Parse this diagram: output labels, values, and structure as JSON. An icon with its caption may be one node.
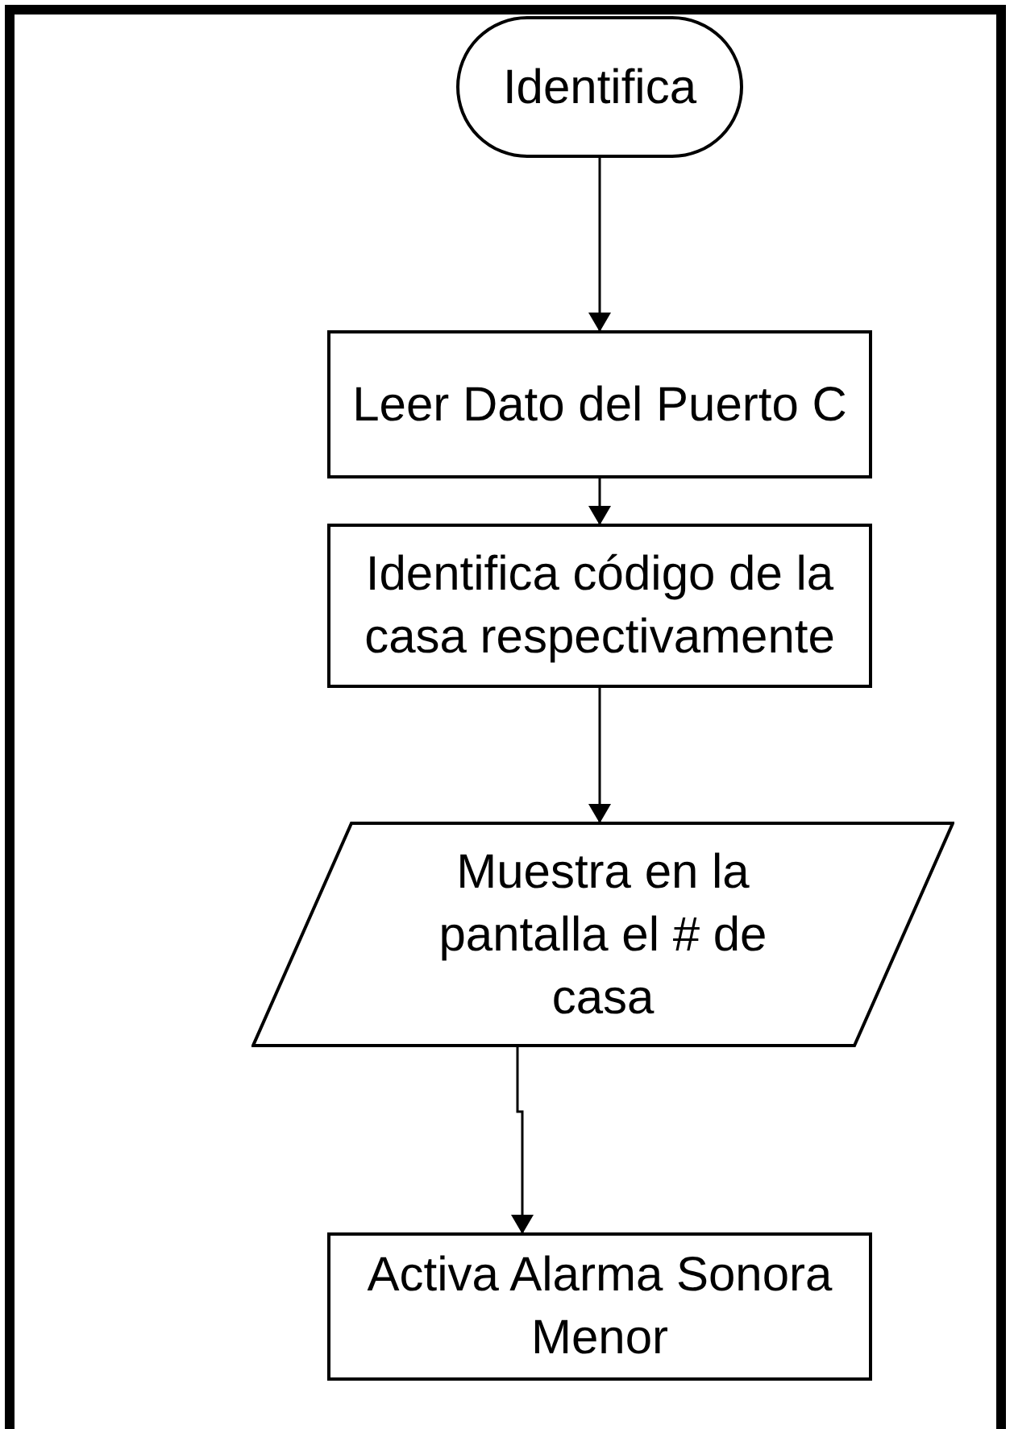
{
  "diagram": {
    "nodes": [
      {
        "text": [
          "Identifica"
        ]
      },
      {
        "text": [
          "Leer Dato del Puerto C"
        ]
      },
      {
        "text": [
          "Identifica código de la casa respectivamente"
        ]
      },
      {
        "text": [
          "Muestra en la pantalla el # de casa"
        ]
      },
      {
        "text": [
          "Activa Alarma Sonora Menor"
        ]
      }
    ],
    "edges": [
      {
        "from": 0,
        "to": 1,
        "arrow": "to"
      },
      {
        "from": 1,
        "to": 2,
        "arrow": "to"
      },
      {
        "from": 2,
        "to": 3,
        "arrow": "to"
      },
      {
        "from": 3,
        "to": 4,
        "arrow": "to"
      }
    ]
  }
}
